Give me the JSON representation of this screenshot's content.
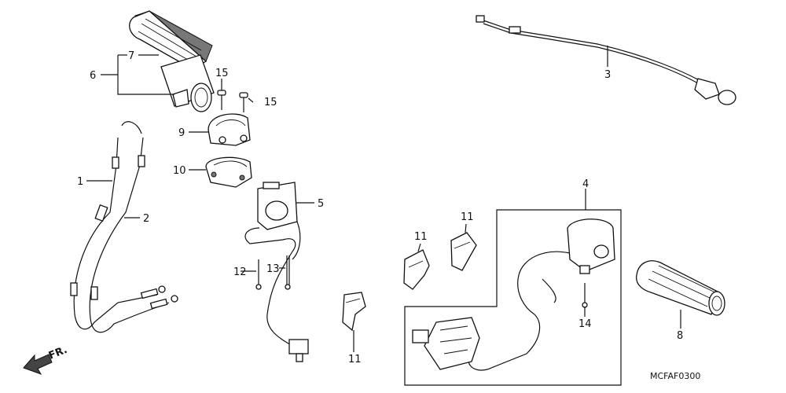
{
  "diagram": {
    "callouts": {
      "c1": "1",
      "c2": "2",
      "c3": "3",
      "c4": "4",
      "c5": "5",
      "c6": "6",
      "c7": "7",
      "c8": "8",
      "c9": "9",
      "c10": "10",
      "c11a": "11",
      "c11b": "11",
      "c11c": "11",
      "c12": "12",
      "c13": "13",
      "c14": "14",
      "c15a": "15",
      "c15b": "15"
    },
    "front_arrow_label": "FR.",
    "figure_code": "MCFAF0300"
  }
}
